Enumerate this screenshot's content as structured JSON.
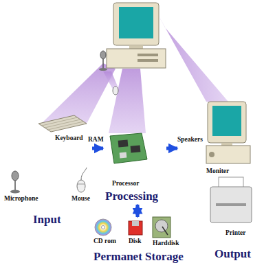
{
  "diagram": {
    "nodes": [
      {
        "text": [
          "Keyboard",
          "Microphone",
          "Mouse",
          "Input"
        ]
      },
      {
        "text": [
          "Processor",
          "Processing"
        ]
      },
      {
        "text": [
          "Speakers",
          "Moniter",
          "Printer",
          "Output"
        ]
      },
      {
        "text": [
          "CD rom",
          "Disk",
          "Harddisk",
          "Permanet Storage"
        ]
      }
    ],
    "edges": [
      {
        "from": 0,
        "to": 1,
        "arrow": "to"
      },
      {
        "from": 1,
        "to": 2,
        "arrow": "to"
      },
      {
        "from": 1,
        "to": 3,
        "arrow": "both"
      }
    ],
    "labels": [
      "RAM"
    ]
  }
}
